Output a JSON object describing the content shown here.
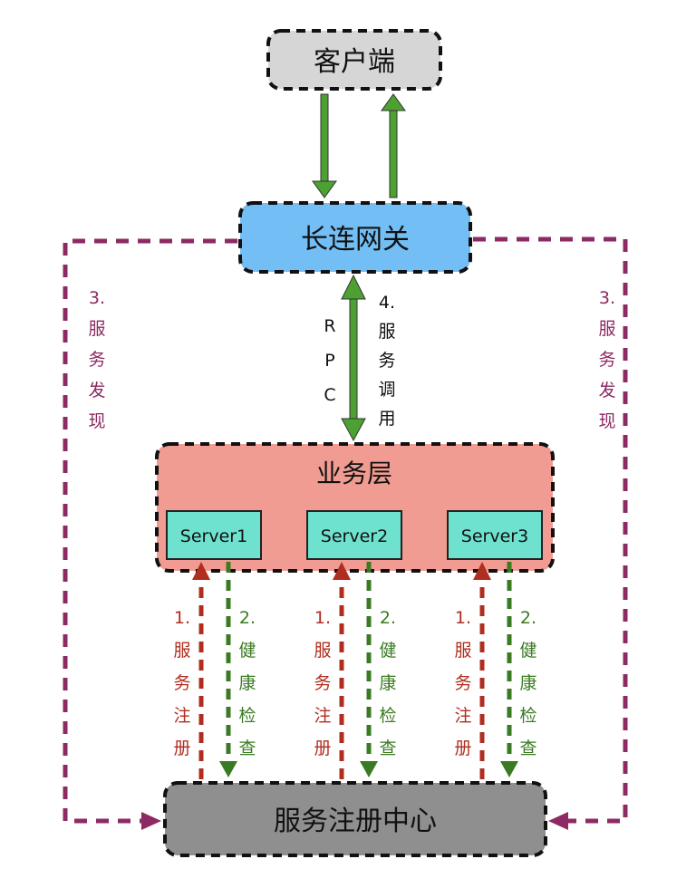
{
  "nodes": {
    "client": {
      "label": "客户端",
      "fill": "#d6d6d6"
    },
    "gateway": {
      "label": "长连网关",
      "fill": "#72bef5"
    },
    "business": {
      "label": "业务层",
      "fill": "#f19c92"
    },
    "registry": {
      "label": "服务注册中心",
      "fill": "#8f8f8f"
    },
    "servers": [
      {
        "label": "Server1",
        "fill": "#6ee2cf"
      },
      {
        "label": "Server2",
        "fill": "#6ee2cf"
      },
      {
        "label": "Server3",
        "fill": "#6ee2cf"
      }
    ]
  },
  "edges": {
    "rpc_label": [
      "R",
      "P",
      "C"
    ],
    "service_call_label": [
      "4.",
      "服",
      "务",
      "调",
      "用"
    ],
    "discovery_label_left": [
      "3.",
      "服",
      "务",
      "发",
      "现"
    ],
    "discovery_label_right": [
      "3.",
      "服",
      "务",
      "发",
      "现"
    ],
    "register_label": [
      "1.",
      "服",
      "务",
      "注",
      "册"
    ],
    "health_label": [
      "2.",
      "健",
      "康",
      "检",
      "查"
    ]
  },
  "colors": {
    "green_arrow": "#4ca132",
    "discovery": "#8d2a63",
    "register": "#b02e1f",
    "health": "#3a7a22",
    "border": "#111111"
  }
}
